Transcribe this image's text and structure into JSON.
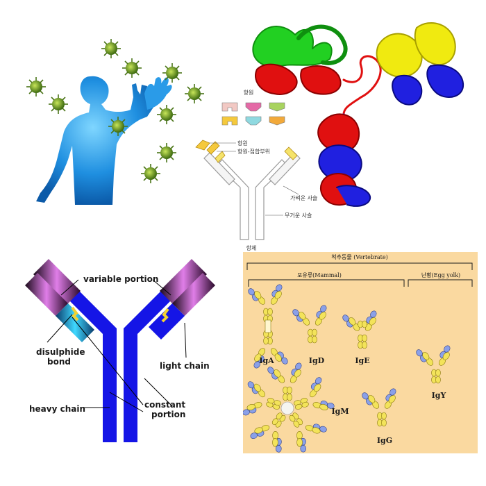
{
  "schema": {
    "antigen_title": "항원",
    "antigen_label": "항원",
    "epitope_label": "항원-접합부위",
    "light_chain_label": "가벼운 사슬",
    "heavy_chain_label": "무거운 사슬",
    "antibody_label": "항체",
    "antigen_colors": [
      "#f2c9c4",
      "#e46aa6",
      "#a8d35f",
      "#f5c93c",
      "#8fd9e0",
      "#f2a93a"
    ]
  },
  "ychain": {
    "variable_portion": "variable portion",
    "disulphide_line1": "disulphide",
    "disulphide_line2": "bond",
    "light_chain": "light chain",
    "heavy_chain": "heavy chain",
    "constant_line1": "constant",
    "constant_line2": "portion",
    "colors": {
      "heavy": "#1515e6",
      "variable": "#d46ee0",
      "light_constant": "#2fc7f0",
      "bond": "#f2d233"
    }
  },
  "immunoglobulins": {
    "vertebrate": "척추동물 (Vertebrate)",
    "mammal": "포유류(Mammal)",
    "egg_yolk": "난황(Egg yolk)",
    "classes": [
      "IgA",
      "IgD",
      "IgE",
      "IgM",
      "IgG",
      "IgY"
    ],
    "background": "#fad9a0"
  },
  "protein": {
    "colors": {
      "green": "#22d022",
      "red": "#e01010",
      "yellow": "#f0ea10",
      "blue": "#2020e0"
    }
  }
}
